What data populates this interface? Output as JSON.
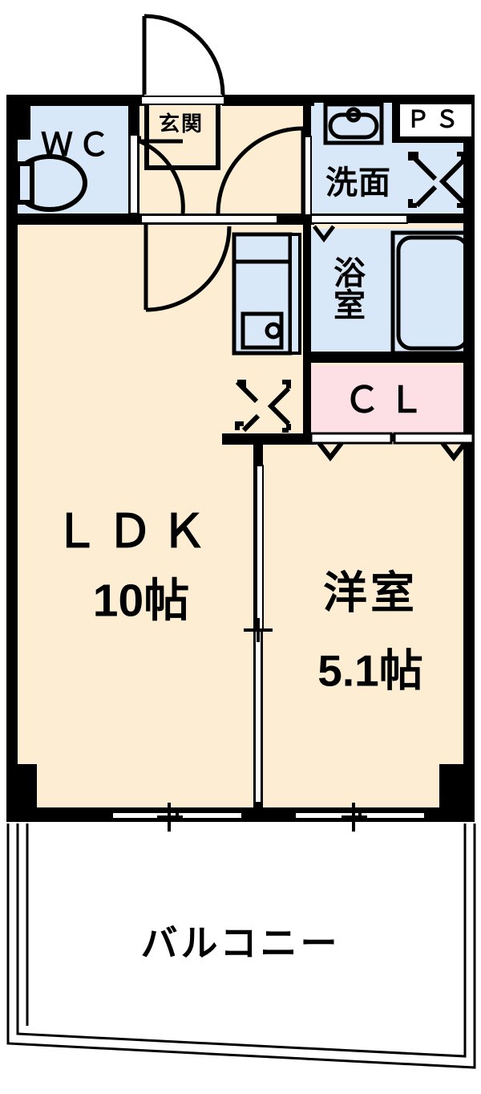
{
  "document": {
    "type": "floor-plan",
    "layout_name": "1LDK",
    "units": "帖 (tatami mats)"
  },
  "rooms": [
    {
      "id": "wc",
      "label": "ＷＣ",
      "name": "toilet",
      "fill": "#d8e8f8"
    },
    {
      "id": "genkan",
      "label": "玄関",
      "name": "entrance",
      "fill": "#fdeed3"
    },
    {
      "id": "ps",
      "label": "ＰＳ",
      "name": "pipe-space",
      "fill": "#ffffff"
    },
    {
      "id": "senmen",
      "label": "洗面",
      "name": "washroom",
      "fill": "#d8e8f8"
    },
    {
      "id": "yokushitsu",
      "label": "浴室",
      "name": "bathroom",
      "fill": "#d8e8f8"
    },
    {
      "id": "cl",
      "label": "ＣＬ",
      "name": "closet",
      "fill": "#fce0e6"
    },
    {
      "id": "ldk",
      "label": "ＬＤＫ",
      "size": "10帖",
      "name": "living-dining-kitchen",
      "fill": "#fdeed3"
    },
    {
      "id": "yoshitsu",
      "label": "洋室",
      "size": "5.1帖",
      "name": "western-room",
      "fill": "#fdeed3"
    },
    {
      "id": "balcony",
      "label": "バルコニー",
      "name": "balcony",
      "fill": "#ffffff"
    }
  ],
  "labels": {
    "wc": "ＷＣ",
    "genkan": "玄関",
    "ps": "ＰＳ",
    "senmen": "洗面",
    "yokushitsu": "浴室",
    "cl": "ＣＬ",
    "ldk_name": "ＬＤＫ",
    "ldk_size": "10帖",
    "yoshitsu_name": "洋室",
    "yoshitsu_size": "5.1帖",
    "balcony": "バルコニー"
  },
  "fixtures": [
    {
      "name": "toilet-bowl",
      "room": "wc"
    },
    {
      "name": "vanity-sink",
      "room": "senmen"
    },
    {
      "name": "bathtub",
      "room": "yokushitsu"
    },
    {
      "name": "kitchen-counter",
      "room": "ldk"
    },
    {
      "name": "kitchen-sink",
      "room": "ldk"
    }
  ],
  "doors": [
    {
      "name": "entrance-door",
      "type": "hinged-out",
      "room": "genkan"
    },
    {
      "name": "wc-door",
      "type": "hinged",
      "room": "wc"
    },
    {
      "name": "hall-door",
      "type": "hinged",
      "room": "genkan"
    },
    {
      "name": "ldk-door",
      "type": "hinged",
      "room": "ldk"
    },
    {
      "name": "washroom-folding-door",
      "type": "folding",
      "room": "senmen"
    },
    {
      "name": "bath-door",
      "type": "folding",
      "room": "yokushitsu"
    },
    {
      "name": "closet-door",
      "type": "folding",
      "room": "cl"
    },
    {
      "name": "room-sliding-door",
      "type": "sliding",
      "room": "yoshitsu"
    }
  ],
  "windows": [
    {
      "name": "ldk-window",
      "type": "sliding",
      "room": "ldk"
    },
    {
      "name": "yoshitsu-window",
      "type": "sliding",
      "room": "yoshitsu"
    }
  ],
  "colors": {
    "wall": "#000000",
    "floor_warm": "#fdeed3",
    "water_blue": "#d8e8f8",
    "closet_pink": "#fce0e6",
    "background": "#ffffff",
    "line": "#000000"
  }
}
